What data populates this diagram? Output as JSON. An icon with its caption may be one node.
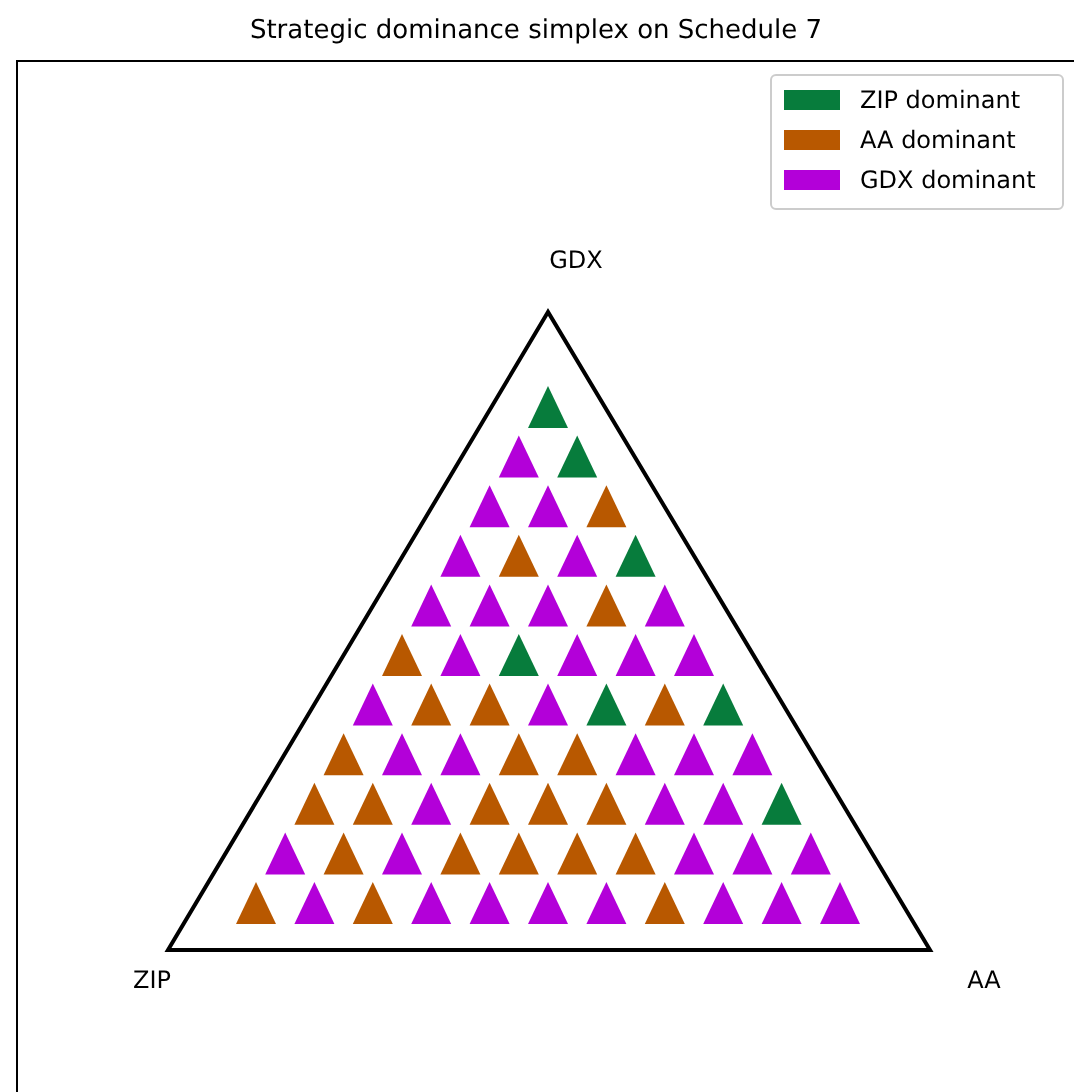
{
  "diagram": {
    "title": "Strategic dominance simplex on Schedule 7",
    "labels": [
      "GDX",
      "ZIP",
      "AA"
    ],
    "legend": [
      {
        "text": "ZIP dominant",
        "color": "#077c3c"
      },
      {
        "text": "AA dominant",
        "color": "#b85800"
      },
      {
        "text": "GDX dominant",
        "color": "#b300d9"
      }
    ]
  }
}
